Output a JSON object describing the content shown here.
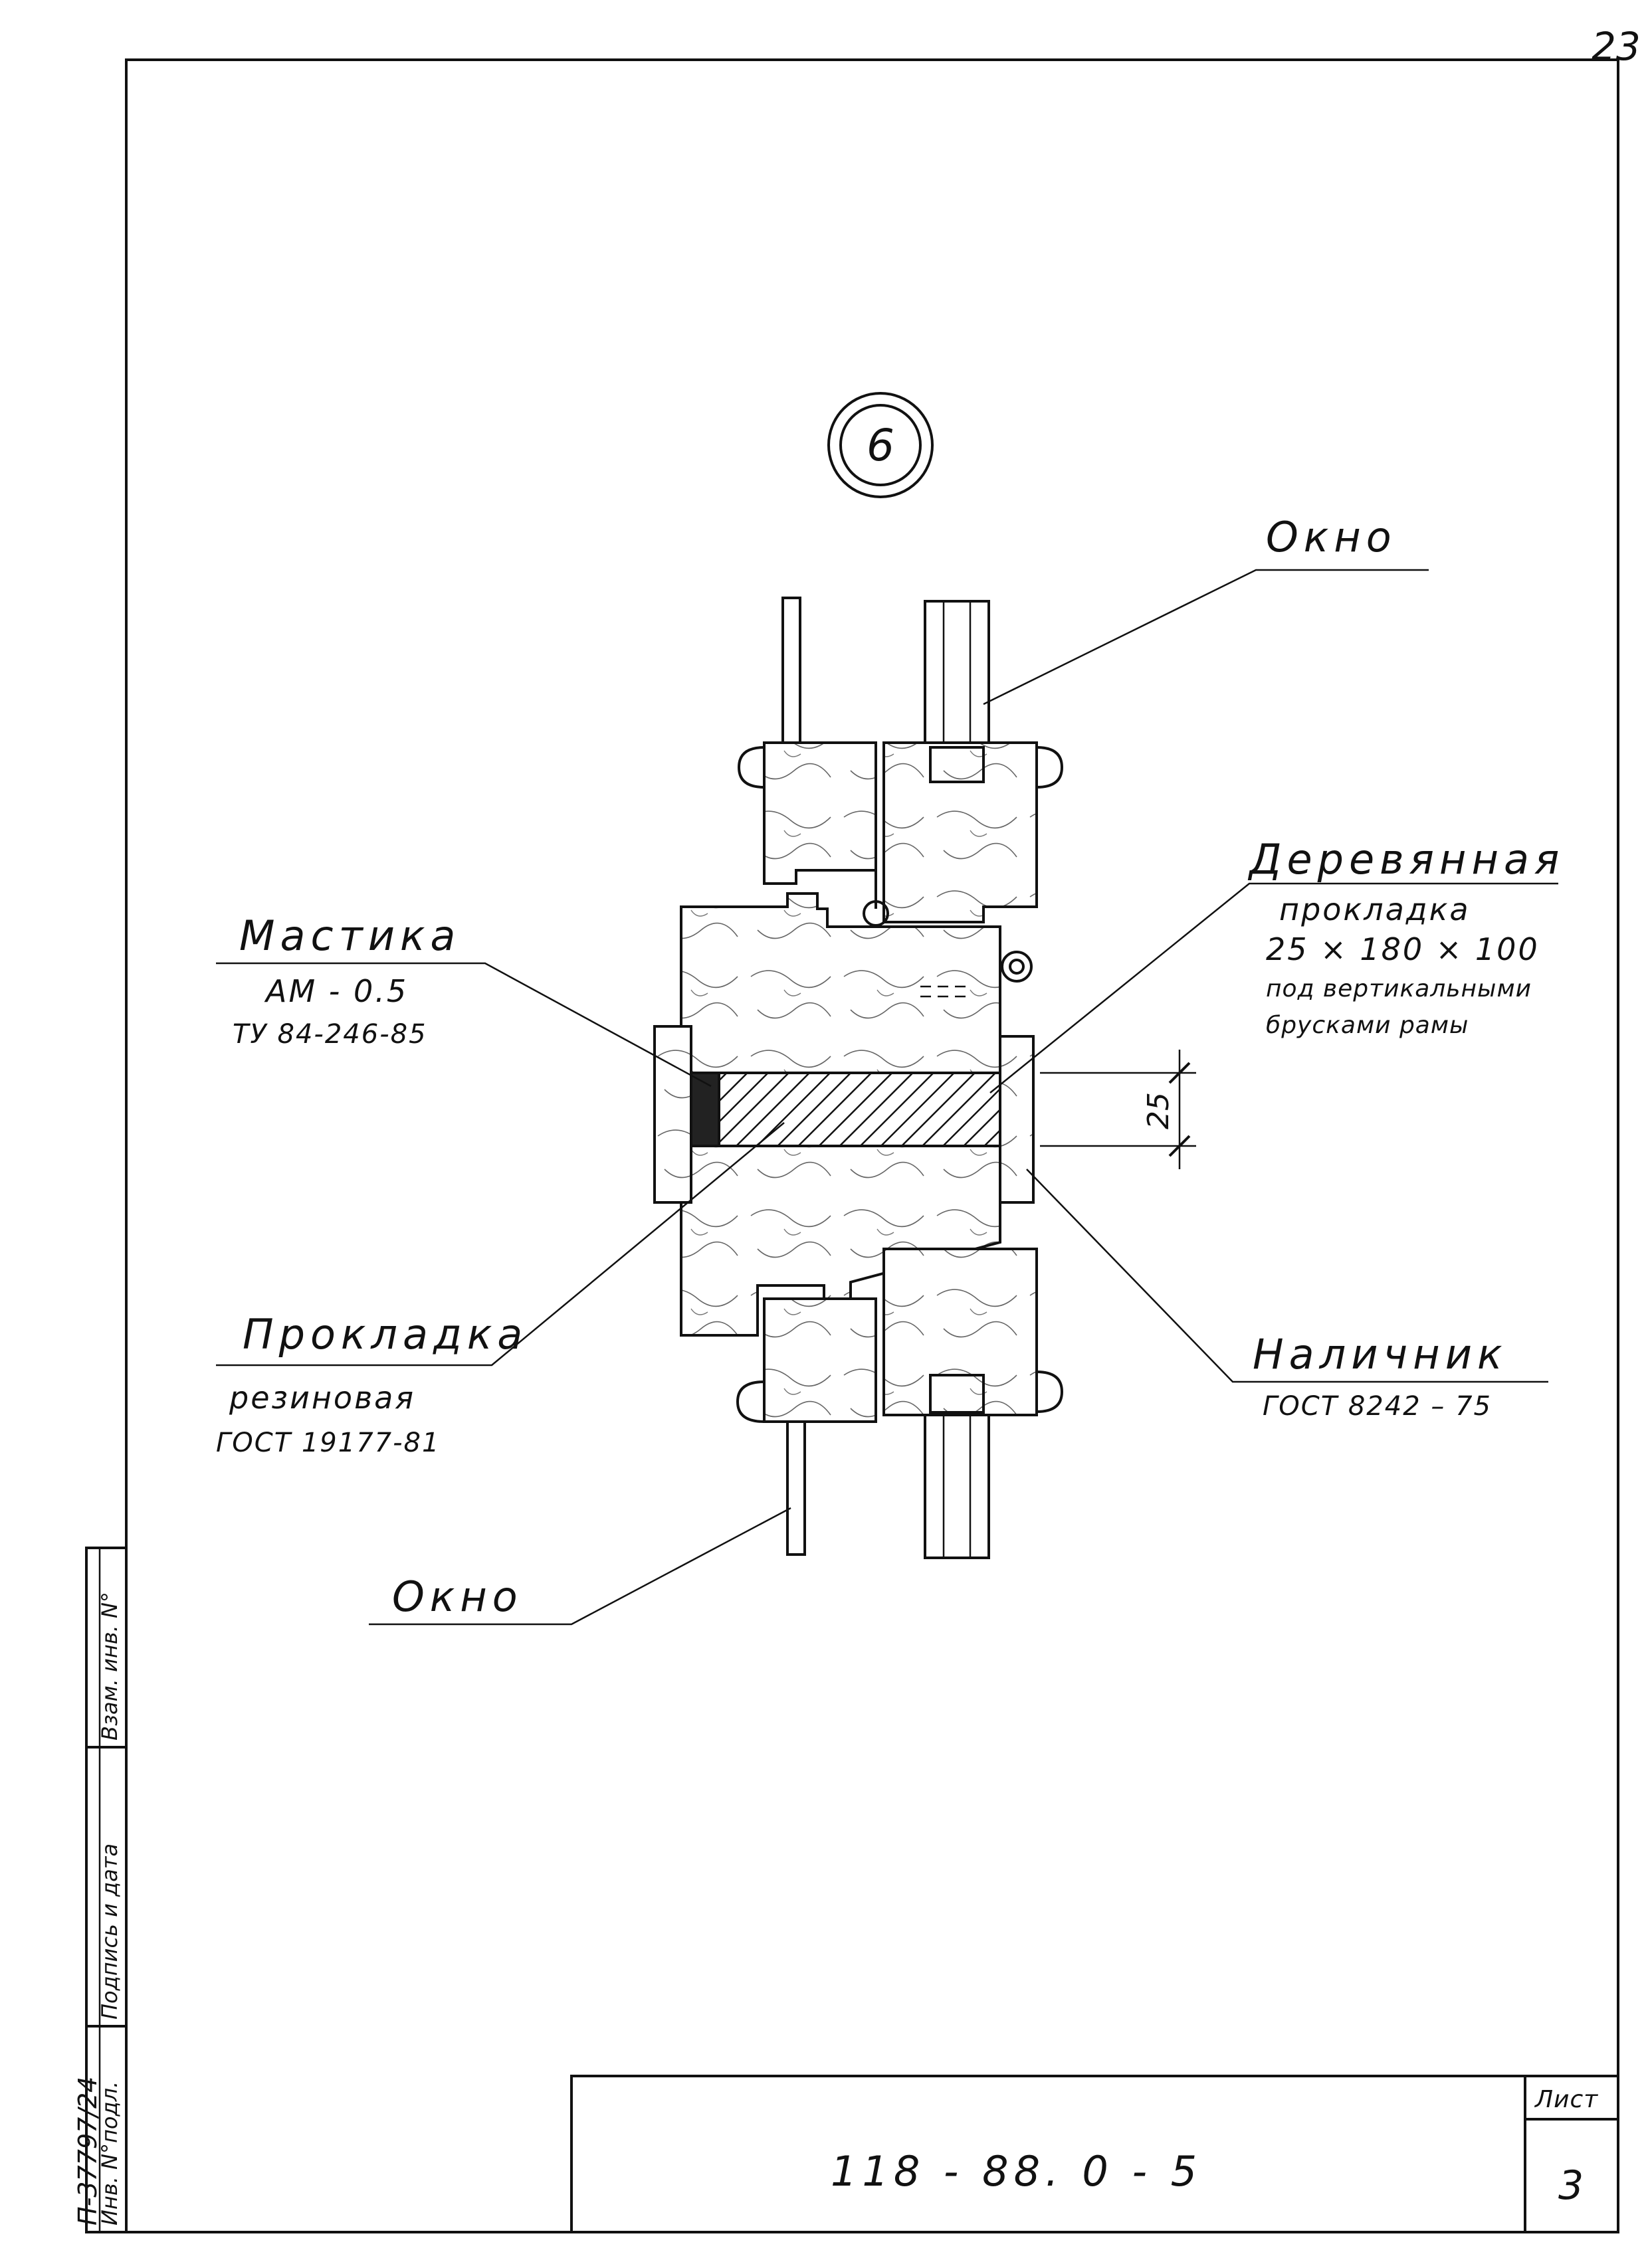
{
  "page_number": "23",
  "node_marker": "6",
  "labels": {
    "window_top": "Окно",
    "window_bottom": "Окно",
    "mastic_title": "Мастика",
    "mastic_grade": "АМ - 0.5",
    "mastic_spec": "ТУ 84-246-85",
    "wood_pad_title": "Деревянная",
    "wood_pad_line2": "прокладка",
    "wood_pad_size": "25 × 180 × 100",
    "wood_pad_line4": "под вертикальными",
    "wood_pad_line5": "брусками рамы",
    "rubber_pad_title": "Прокладка",
    "rubber_pad_line2": "резиновая",
    "rubber_pad_spec": "ГОСТ 19177-81",
    "trim_title": "Наличник",
    "trim_spec": "ГОСТ 8242 – 75",
    "dimension": "25"
  },
  "side_stamp": {
    "col1": "Инв. N°подл.",
    "col2": "Подпись и дата",
    "col3": "Взам. инв. N°",
    "inventory": "П-37797/24"
  },
  "title_block": {
    "code": "118 - 88. 0 - 5",
    "sheet_label": "Лист",
    "sheet_number": "3"
  }
}
